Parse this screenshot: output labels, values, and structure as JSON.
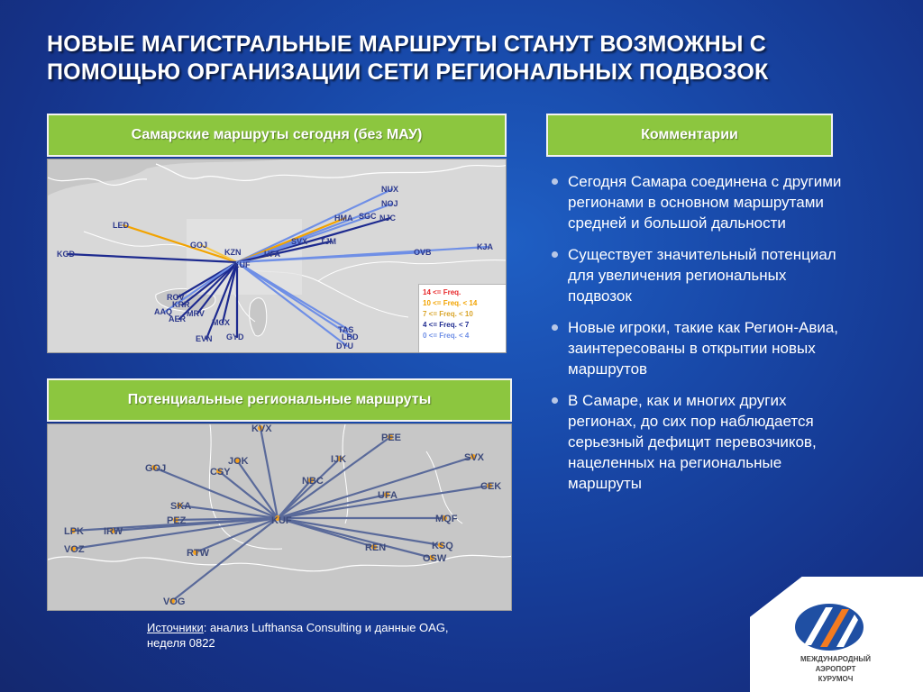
{
  "title": {
    "line1": "НОВЫЕ МАГИСТРАЛЬНЫЕ МАРШРУТЫ СТАНУТ ВОЗМОЖНЫ С",
    "line2": "ПОМОЩЬЮ ОРГАНИЗАЦИИ СЕТИ РЕГИОНАЛЬНЫХ ПОДВОЗОК"
  },
  "panel_today": {
    "heading": "Самарские маршруты сегодня  (без МАУ)",
    "hub": "KZN",
    "hub2": "KUF",
    "airports": {
      "NUX": "NUX",
      "NOJ": "NOJ",
      "HMA": "HMA",
      "SGC": "SGC",
      "NJC": "NJC",
      "LED": "LED",
      "GOJ": "GOJ",
      "UFA": "UFA",
      "SVX": "SVX",
      "TJM": "TJM",
      "KGD": "KGD",
      "OVB": "OVB",
      "KJA": "KJA",
      "ROV": "ROV",
      "KRR": "KRR",
      "AAQ": "AAQ",
      "AER": "AER",
      "MRV": "MRV",
      "MCX": "MCX",
      "EVN": "EVN",
      "GYD": "GYD",
      "TAS": "TAS",
      "LBD": "LBD",
      "DYU": "DYU"
    },
    "legend": [
      {
        "text": "14  <=  Freq.",
        "color": "#e8292b"
      },
      {
        "text": "10  <=  Freq.  <  14",
        "color": "#f2a300"
      },
      {
        "text": "7  <=  Freq.  <  10",
        "color": "#f6c74a"
      },
      {
        "text": "4  <=  Freq.  <  7",
        "color": "#1d2a8f"
      },
      {
        "text": "0  <=  Freq.  <  4",
        "color": "#6f8fe6"
      }
    ]
  },
  "panel_potential": {
    "heading": "Потенциальные региональные маршруты",
    "hub": "KUF",
    "airports": {
      "KVX": "KVX",
      "PEE": "PEE",
      "GOJ": "GOJ",
      "JOK": "JOK",
      "CSY": "CSY",
      "IJK": "IJK",
      "SVX": "SVX",
      "NBC": "NBC",
      "CEK": "CEK",
      "UFA": "UFA",
      "SKA": "SKA",
      "PEZ": "PEZ",
      "REN": "REN",
      "MQF": "MQF",
      "LPK": "LPK",
      "IRW": "IRW",
      "VOZ": "VOZ",
      "RTW": "RTW",
      "KSQ": "KSQ",
      "OSW": "OSW",
      "VOG": "VOG"
    }
  },
  "comments": {
    "heading": "Комментарии",
    "items": [
      "Сегодня Самара соединена с другими регионами в основном маршрутами средней и большой дальности",
      "Существует значительный потенциал для увеличения региональных подвозок",
      "Новые игроки, такие как Регион-Авиа, заинтересованы в открытии новых маршрутов",
      "В Самаре, как и многих других регионах, до сих пор наблюдается серьезный дефицит перевозчиков, нацеленных на региональные маршруты"
    ]
  },
  "source": {
    "label": "Источники",
    "text": ": анализ Lufthansa Consulting и данные OAG, неделя 0822"
  },
  "logo": {
    "line1": "МЕЖДУНАРОДНЫЙ",
    "line2": "АЭРОПОРТ",
    "line3": "КУРУМОЧ"
  },
  "colors": {
    "green": "#8cc63f",
    "background": "#1848a8",
    "logo_blue": "#1f4fa3",
    "logo_orange": "#f47b20"
  }
}
